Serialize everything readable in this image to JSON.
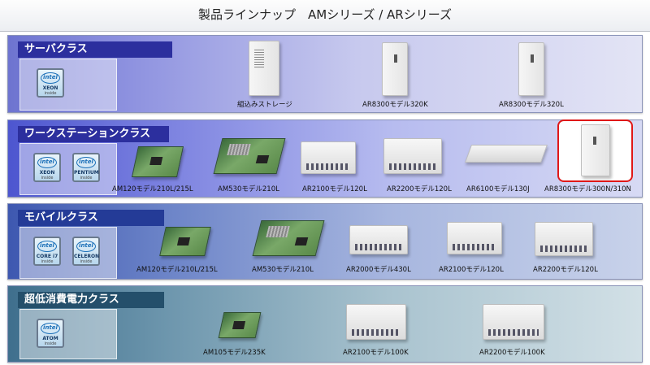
{
  "page": {
    "title": "製品ラインナップ　AMシリーズ / ARシリーズ"
  },
  "classes": [
    {
      "name": "サーバクラス",
      "badges": [
        {
          "brand": "intel",
          "name": "XEON",
          "inside": "inside"
        }
      ],
      "products": [
        "組込みストレージ",
        "AR8300モデル320K",
        "AR8300モデル320L"
      ]
    },
    {
      "name": "ワークステーションクラス",
      "badges": [
        {
          "brand": "intel",
          "name": "XEON",
          "inside": "inside"
        },
        {
          "brand": "intel",
          "name": "PENTIUM",
          "inside": "inside"
        }
      ],
      "products": [
        "AM120モデル210L/215L",
        "AM530モデル210L",
        "AR2100モデル120L",
        "AR2200モデル120L",
        "AR6100モデル130J",
        "AR8300モデル300N/310N"
      ]
    },
    {
      "name": "モバイルクラス",
      "badges": [
        {
          "brand": "intel",
          "name": "CORE i7",
          "inside": "inside"
        },
        {
          "brand": "intel",
          "name": "CELERON",
          "inside": "inside"
        }
      ],
      "products": [
        "AM120モデル210L/215L",
        "AM530モデル210L",
        "AR2000モデル430L",
        "AR2100モデル120L",
        "AR2200モデル120L"
      ]
    },
    {
      "name": "超低消費電力クラス",
      "badges": [
        {
          "brand": "intel",
          "name": "ATOM",
          "inside": "inside"
        }
      ],
      "products": [
        "AM105モデル235K",
        "AR2100モデル100K",
        "AR2200モデル100K"
      ]
    }
  ],
  "highlight_color": "#e01818"
}
